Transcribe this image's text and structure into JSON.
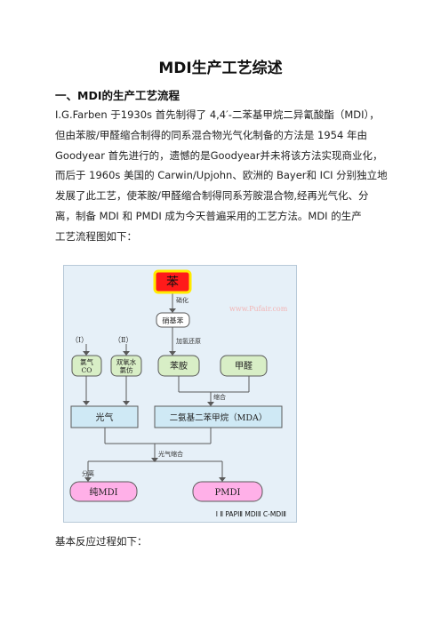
{
  "document": {
    "title": "MDI生产工艺综述",
    "section1_heading": "一、MDI的生产工艺流程",
    "paragraph_lines": [
      "I.G.Farben 于1930s 首先制得了 4,4′-二苯基甲烷二异氰酸酯（MDI），",
      "但由苯胺/甲醛缩合制得的同系混合物光气化制备的方法是 1954 年由",
      "Goodyear 首先进行的，遗憾的是Goodyear并未将该方法实现商业化，",
      "而后于 1960s 美国的 Carwin/Upjohn、欧洲的 Bayer和 ICI 分别独立地",
      "发展了此工艺，使苯胺/甲醛缩合制得同系芳胺混合物,经再光气化、分",
      "离，制备 MDI 和 PMDI 成为今天普遍采用的工艺方法。MDI 的生产",
      "工艺流程图如下："
    ],
    "after_figure_text": "基本反应过程如下："
  },
  "flowchart": {
    "benzene": "苯",
    "nitration_label": "硝化",
    "watermark": "www.Pufair.com",
    "nitrobenzene": "硝基苯",
    "hydrogenation_label": "加氢还原",
    "route1": "（Ⅰ）",
    "route2": "（Ⅱ）",
    "chlorine_co_line1": "氯气",
    "chlorine_co_line2": "CO",
    "phosgene_alt_line1": "双氧水",
    "phosgene_alt_line2": "氯仿",
    "aniline": "苯胺",
    "formaldehyde": "甲醛",
    "condensation_label": "缩合",
    "phosgene": "光气",
    "mda": "二氨基二苯甲烷（MDA）",
    "phosgenation_label": "光气缩合",
    "separation_label": "分离",
    "pure_mdi": "纯MDI",
    "pmdi": "PMDI",
    "footer": "Ⅰ Ⅱ PAPIⅡ MDIⅡ C-MDIⅡ"
  },
  "colors": {
    "benzene_fill": "#ff1a1a",
    "benzene_stroke": "#ffea00",
    "green_box": "#d8eec6",
    "mda_box": "#cfe9f5",
    "pink_box": "#ffb0e8",
    "line": "#5a5a5a",
    "panel": "#e6f0f8"
  }
}
